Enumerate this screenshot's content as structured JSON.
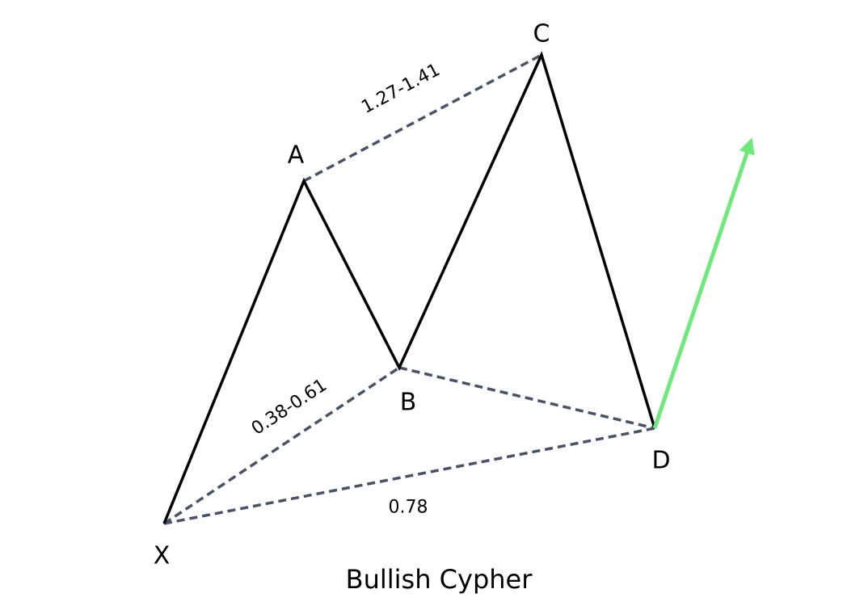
{
  "title": "Bullish Cypher",
  "points": {
    "X": "X",
    "A": "A",
    "B": "B",
    "C": "C",
    "D": "D"
  },
  "ratios": {
    "ac": "1.27-1.41",
    "xb": "0.38-0.61",
    "xd": "0.78"
  },
  "colors": {
    "leg": "#000000",
    "dashed": "#4a5263",
    "arrow": "#6fe87a"
  }
}
